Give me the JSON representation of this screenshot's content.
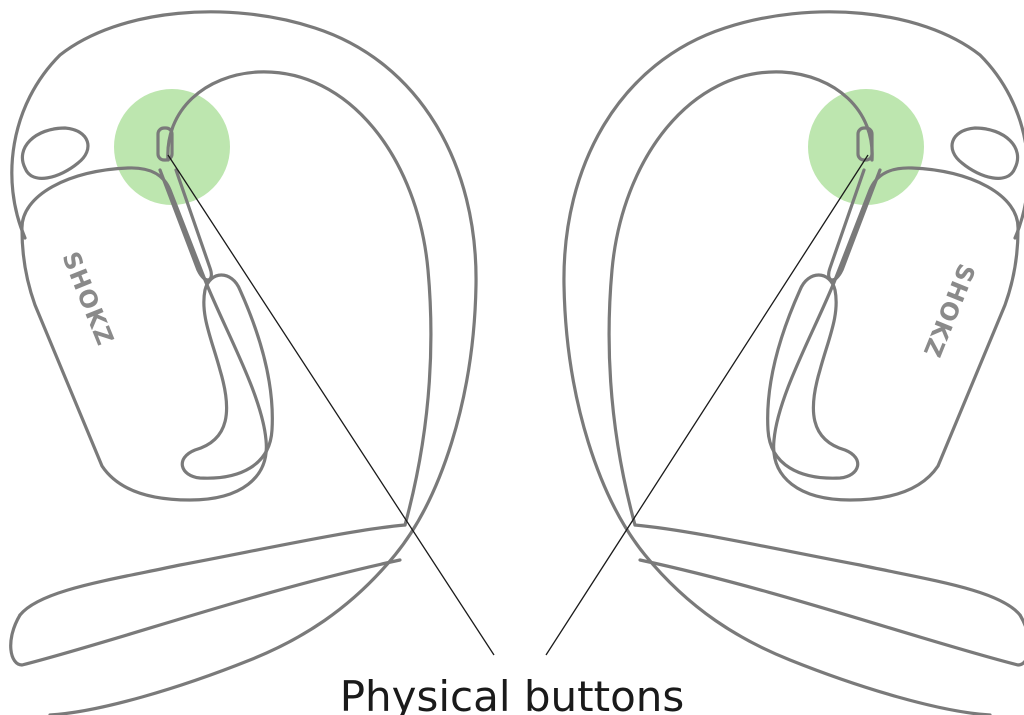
{
  "diagram": {
    "caption": "Physical buttons",
    "brand_mark": "SHOKZ",
    "devices": [
      {
        "name": "left earbud"
      },
      {
        "name": "right earbud"
      }
    ],
    "colors": {
      "outline": "#7a7a7a",
      "highlight": "#b7e4a8",
      "leader": "#1a1a1a",
      "caption": "#1a1a1a"
    }
  }
}
